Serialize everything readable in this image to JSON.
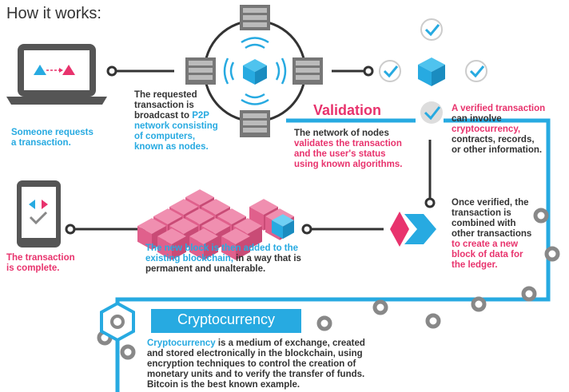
{
  "header": {
    "title": "How it works:"
  },
  "steps": {
    "request": {
      "line1": "Someone requests",
      "line2": "a transaction."
    },
    "broadcast": {
      "line1": "The requested",
      "line2": "transaction is",
      "line3a": "broadcast to ",
      "line3b": "P2P",
      "line4": "network consisting",
      "line5": "of computers,",
      "line6": "known as nodes."
    },
    "validation": {
      "heading": "Validation",
      "line1": "The network of nodes",
      "line2": "validates the transaction",
      "line3": "and the user's status",
      "line4": "using known algorithms."
    },
    "verified": {
      "line1": "A verified transaction",
      "line2": "can involve",
      "line3": "cryptocurrency,",
      "line4": "contracts, records,",
      "line5": "or other information."
    },
    "combined": {
      "line1": "Once verified, the",
      "line2": "transaction is",
      "line3": "combined with",
      "line4": "other transactions",
      "line5": "to create a new",
      "line6": "block of data for",
      "line7": "the ledger."
    },
    "added": {
      "line1": "The new block is then added to the",
      "line2a": "existing blockchain,",
      "line2b": " in a way that is",
      "line3": "permanent and unalterable."
    },
    "complete": {
      "line1": "The transaction",
      "line2": "is complete."
    }
  },
  "crypto": {
    "heading": "Cryptocurrency",
    "line1a": "Cryptocurrency",
    "line1b": " is a medium of exchange, created",
    "line2": "and stored electronically in the blockchain, using",
    "line3": "encryption techniques to control the creation of",
    "line4": "monetary units and to verify the transfer of funds.",
    "line5": "Bitcoin is the best known example."
  },
  "colors": {
    "blue": "#27aae1",
    "pink": "#e8336d",
    "dark": "#333333",
    "grey": "#888888"
  }
}
